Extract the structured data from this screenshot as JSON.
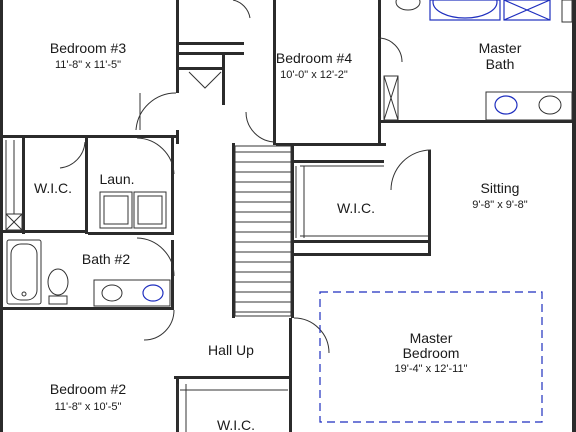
{
  "rooms": {
    "bedroom3": {
      "name": "Bedroom #3",
      "dims": "11'-8\" x 11'-5\""
    },
    "bedroom4": {
      "name": "Bedroom #4",
      "dims": "10'-0\" x 12'-2\""
    },
    "master_bath": {
      "line1": "Master",
      "line2": "Bath"
    },
    "wic_left": {
      "name": "W.I.C."
    },
    "laundry": {
      "name": "Laun."
    },
    "wic_center": {
      "name": "W.I.C."
    },
    "sitting": {
      "name": "Sitting",
      "dims": "9'-8\" x 9'-8\""
    },
    "bath2": {
      "name": "Bath #2"
    },
    "hall": {
      "name": "Hall Up"
    },
    "master_bedroom": {
      "line1": "Master",
      "line2": "Bedroom",
      "dims": "19'-4\" x 12'-11\""
    },
    "bedroom2": {
      "name": "Bedroom #2",
      "dims": "11'-8\" x 10'-5\""
    },
    "wic_bottom": {
      "name": "W.I.C."
    }
  },
  "colors": {
    "walls": "#2b2b2b",
    "fixture_highlight": "#1f2fbf",
    "background": "#ffffff"
  }
}
